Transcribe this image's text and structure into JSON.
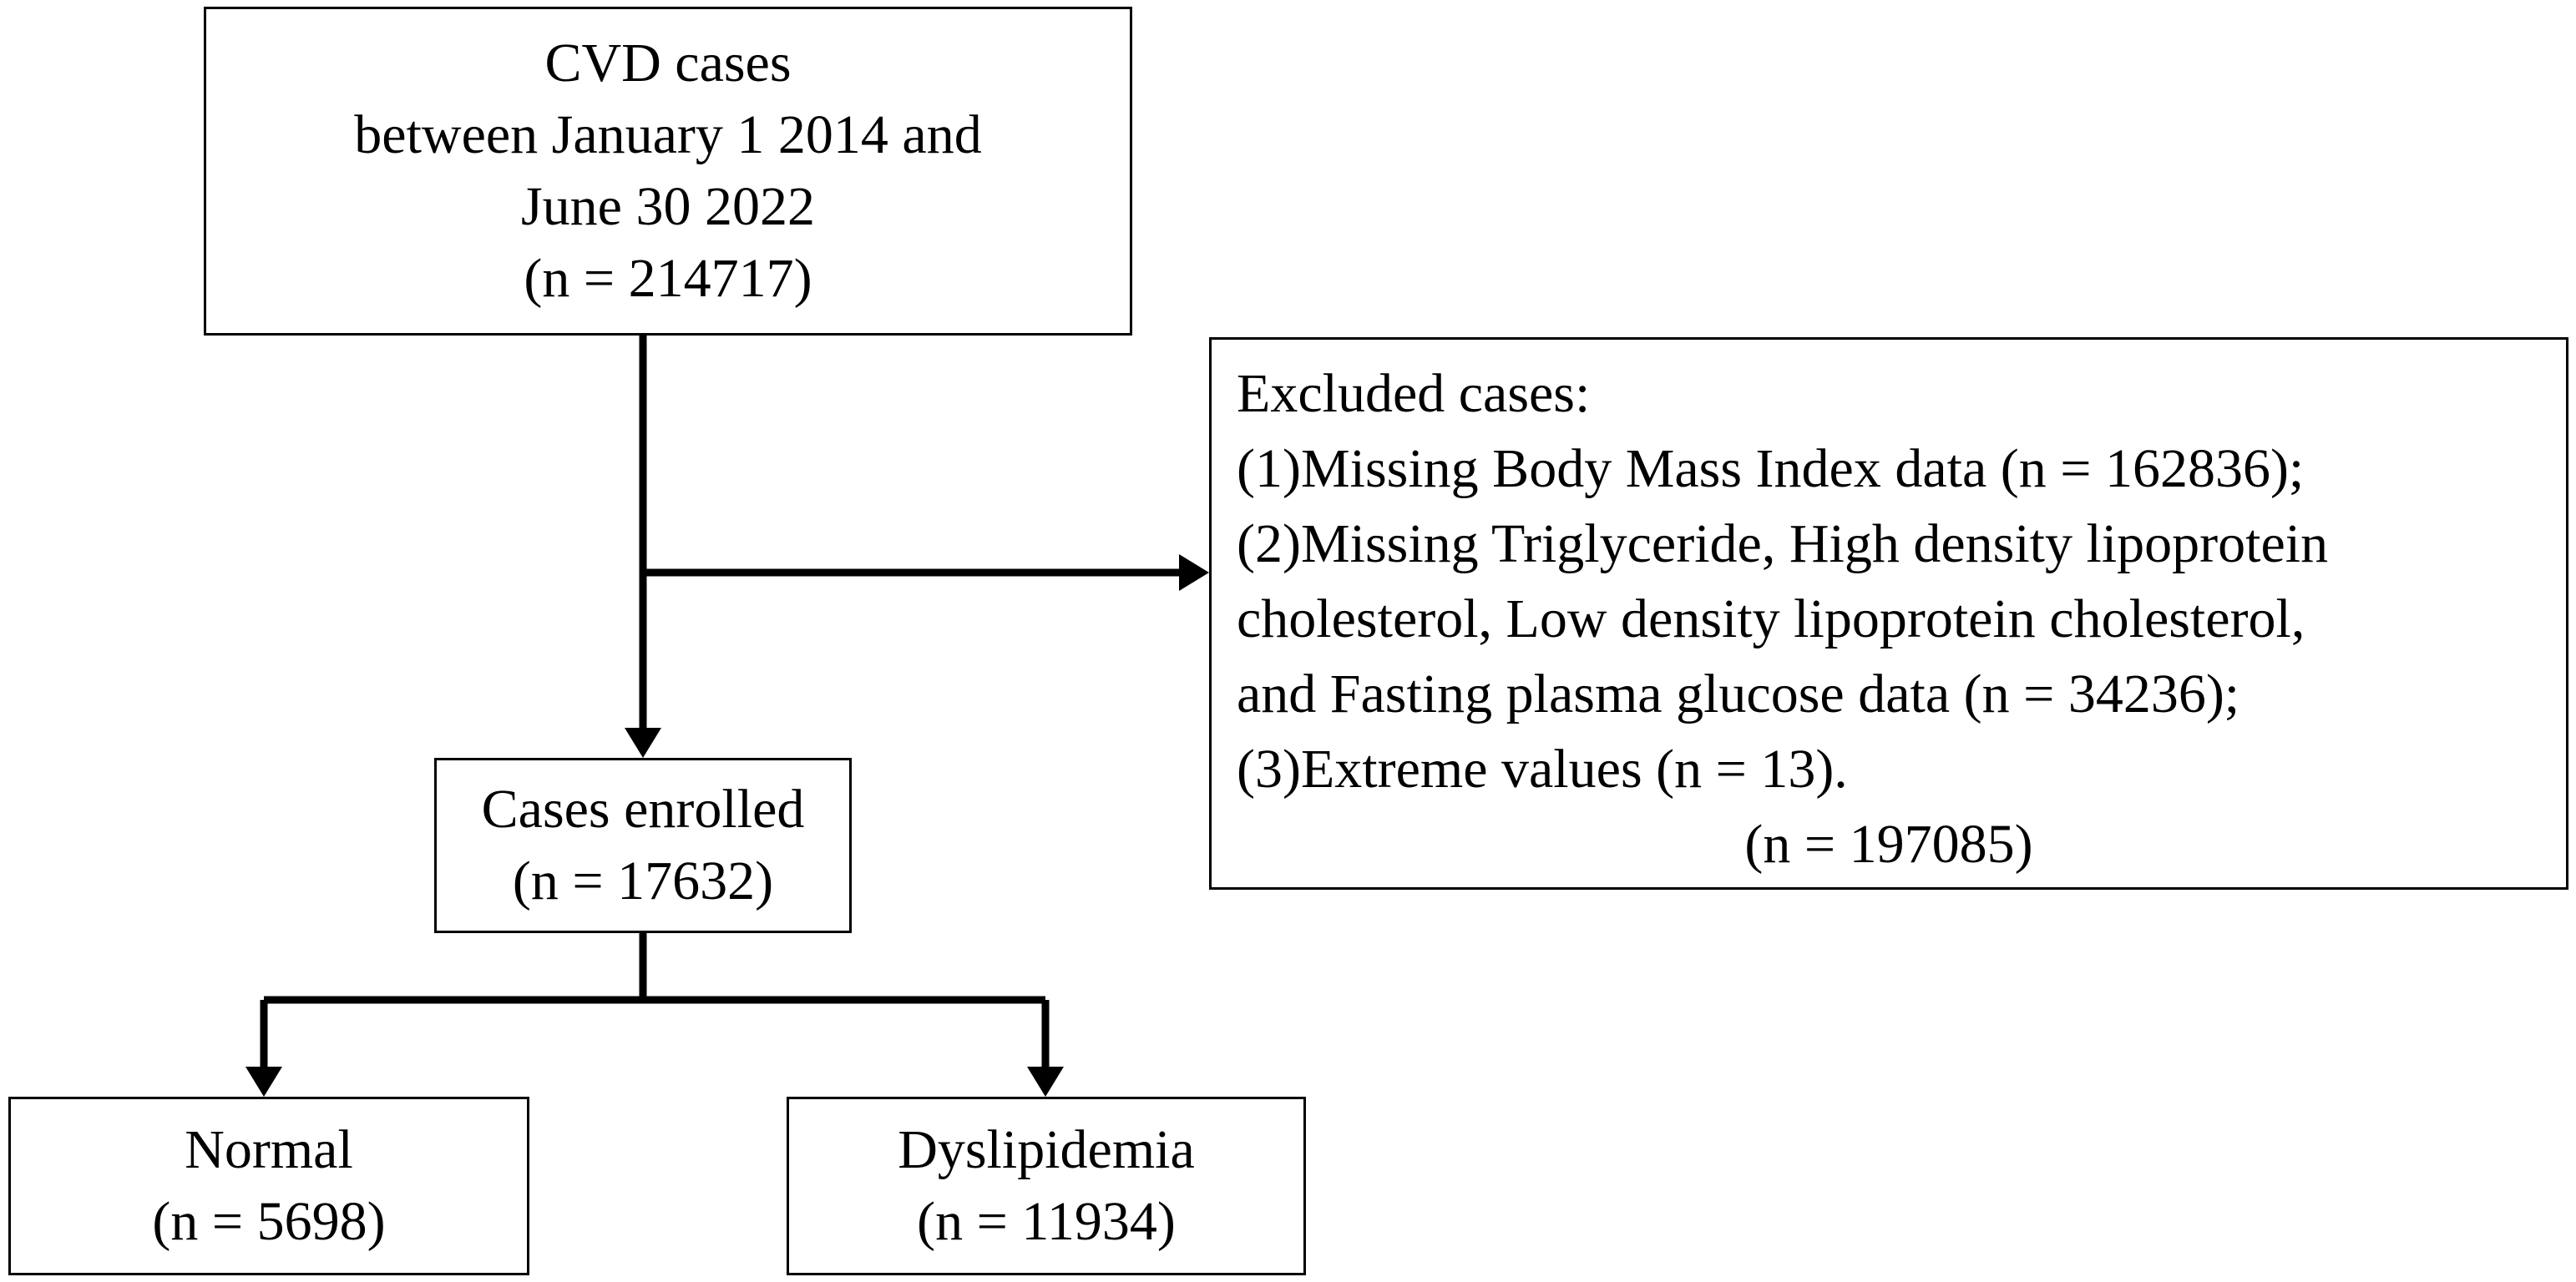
{
  "boxes": {
    "cvd": {
      "lines": [
        "CVD cases",
        "between January 1 2014 and",
        "June 30 2022",
        "(n = 214717)"
      ]
    },
    "excluded": {
      "heading": "Excluded cases:",
      "reasons": [
        "(1)Missing Body Mass Index data (n = 162836);",
        "(2)Missing Triglyceride, High density lipoprotein",
        "cholesterol, Low density lipoprotein cholesterol,",
        "and Fasting plasma glucose data (n = 34236);",
        "(3)Extreme values (n = 13)."
      ],
      "total": "(n = 197085)"
    },
    "enrolled": {
      "lines": [
        "Cases enrolled",
        "(n = 17632)"
      ]
    },
    "normal": {
      "lines": [
        "Normal",
        "(n = 5698)"
      ]
    },
    "dyslipidemia": {
      "lines": [
        "Dyslipidemia",
        "(n = 11934)"
      ]
    }
  }
}
